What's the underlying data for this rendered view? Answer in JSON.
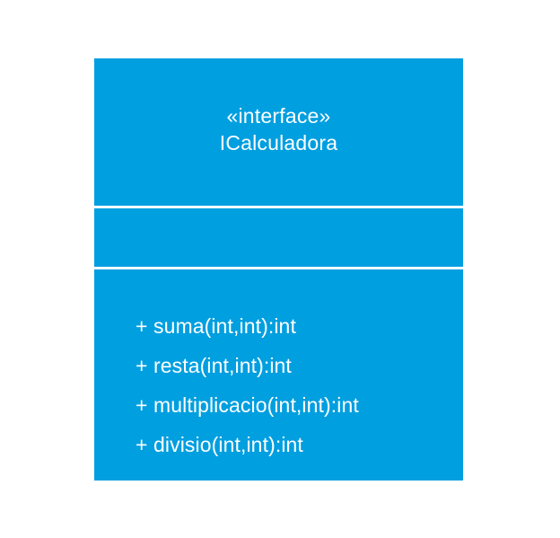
{
  "diagram": {
    "type": "uml-class",
    "fill_color": "#009fe0",
    "text_color": "#ffffff",
    "divider_color": "#ffffff",
    "class": {
      "stereotype": "«interface»",
      "name": "ICalculadora",
      "attributes": [],
      "operations": [
        "+ suma(int,int):int",
        "+ resta(int,int):int",
        "+ multiplicacio(int,int):int",
        "+ divisio(int,int):int"
      ]
    }
  }
}
